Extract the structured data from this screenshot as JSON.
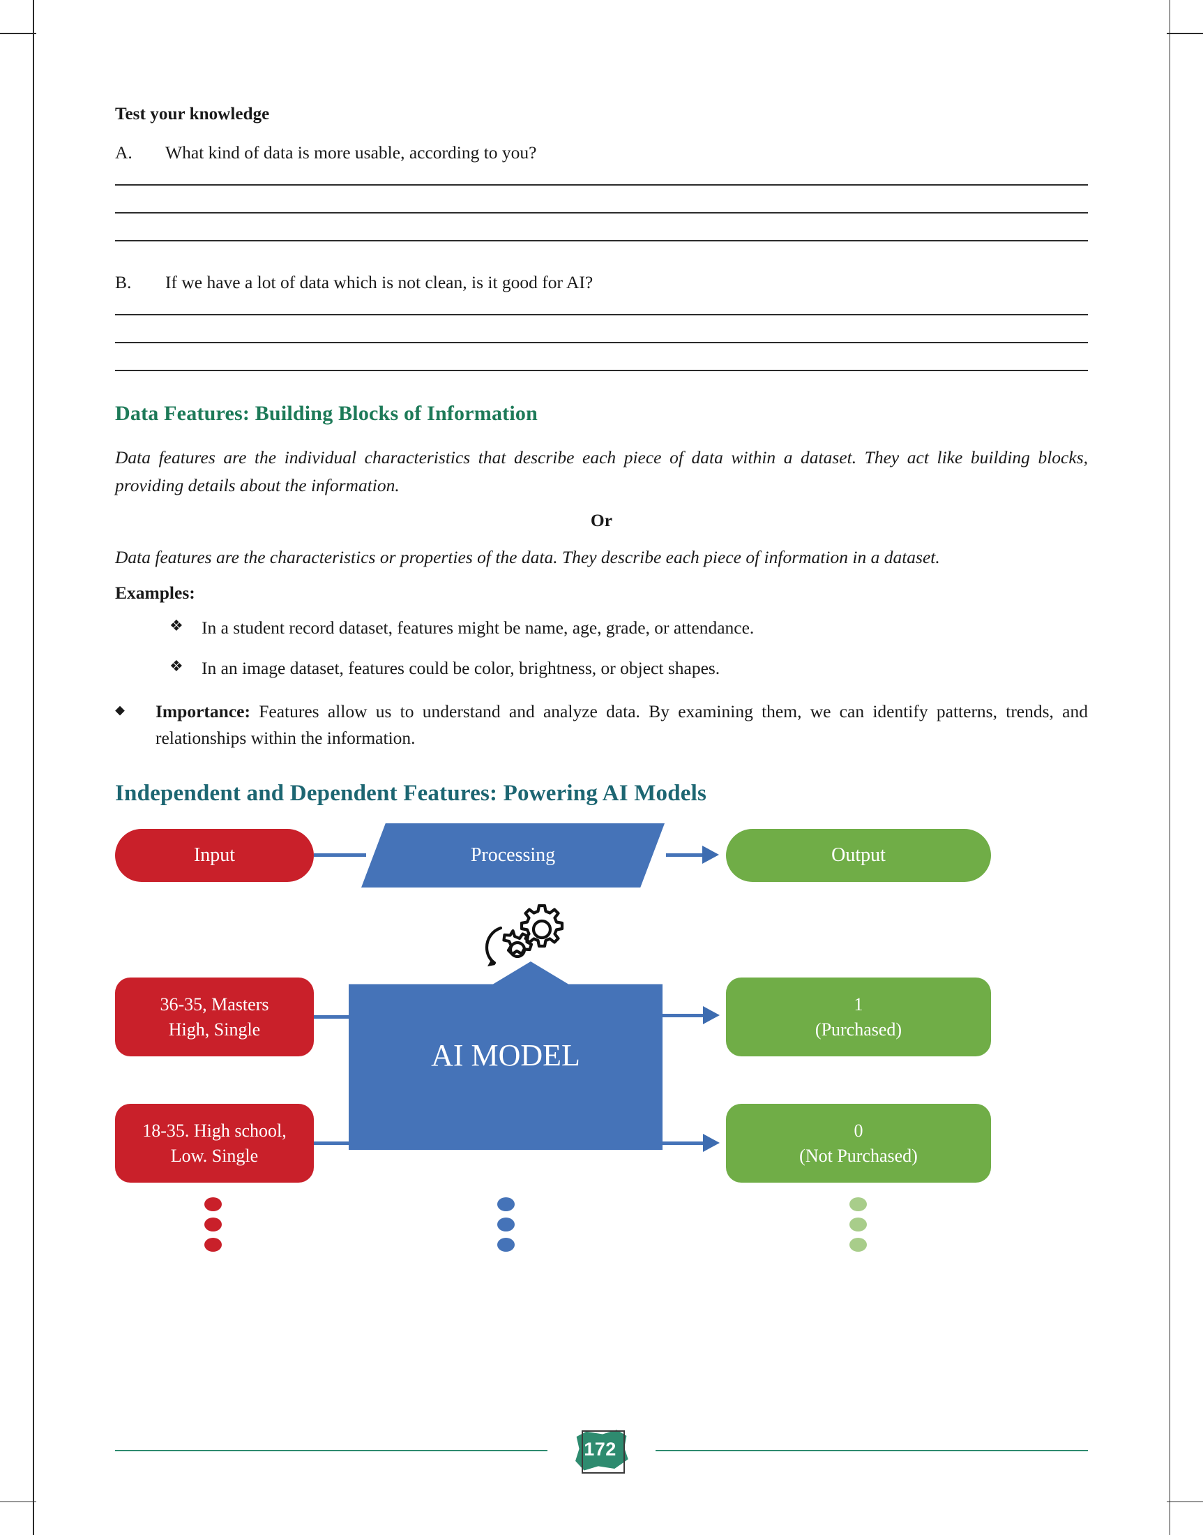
{
  "page": {
    "number": "172"
  },
  "test_section": {
    "title": "Test your knowledge",
    "questions": [
      {
        "label": "A.",
        "text": "What kind of data is more usable, according to you?"
      },
      {
        "label": "B.",
        "text": "If we have a lot of data which is not clean, is it good for AI?"
      }
    ]
  },
  "data_features": {
    "heading": "Data Features: Building Blocks of Information",
    "definition_1": "Data features are the individual characteristics that describe each piece of data within a dataset. They act like building blocks, providing details about the information.",
    "or_label": "Or",
    "definition_2": "Data features are the characteristics or properties of the data. They describe each piece of information in a dataset.",
    "examples_label": "Examples:",
    "examples": [
      {
        "bullet": "diamond-bullet",
        "text": "In a student record dataset, features might be name, age, grade, or attendance."
      },
      {
        "bullet": "diamond-bullet",
        "text": "In an image dataset, features could be color, brightness, or object shapes."
      }
    ],
    "importance": {
      "bullet": "small-diamond-bullet",
      "label": "Importance:",
      "text": " Features allow us to understand and analyze data. By examining them, we can identify patterns, trends, and relationships within the information."
    }
  },
  "independent_dependent": {
    "heading": "Independent and Dependent Features: Powering AI Models",
    "flow_top": {
      "input_label": "Input",
      "processing_label": "Processing",
      "output_label": "Output",
      "gears_icon": "gears-icon"
    },
    "flow_bottom": {
      "inputs": [
        {
          "line1": "36-35, Masters",
          "line2": "High, Single"
        },
        {
          "line1": "18-35. High school,",
          "line2": "Low. Single"
        }
      ],
      "model_label": "AI MODEL",
      "outputs": [
        {
          "line1": "1",
          "line2": "(Purchased)"
        },
        {
          "line1": "0",
          "line2": "(Not Purchased)"
        }
      ]
    },
    "colors": {
      "input_red": "#c9202a",
      "process_blue": "#4573b8",
      "output_green": "#70ad47",
      "heading_teal": "#1d6672",
      "heading_green": "#1d7a58",
      "footer_green": "#2e8b6f"
    }
  }
}
